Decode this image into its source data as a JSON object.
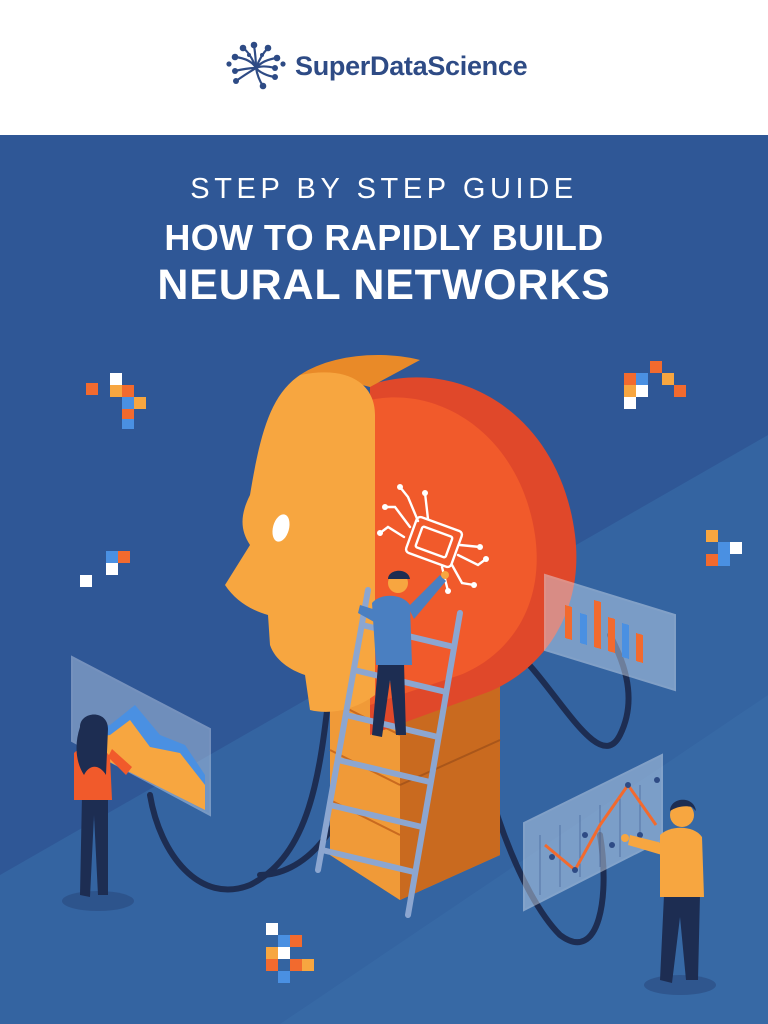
{
  "brand": {
    "name": "SuperDataScience",
    "logo_icon": "neural-tree-logo-icon"
  },
  "cover": {
    "kicker": "STEP BY STEP GUIDE",
    "title_line_1": "HOW TO RAPIDLY BUILD",
    "title_line_2": "NEURAL NETWORKS"
  },
  "illustration": {
    "subject": "isometric-ai-head-with-data-workers",
    "icons": [
      "circuit-chip-icon",
      "bar-chart-panel",
      "area-chart-panel",
      "line-chart-panel",
      "ladder",
      "pixel-cluster"
    ]
  },
  "colors": {
    "background": "#2f5796",
    "header_background": "#ffffff",
    "brand_text": "#2e4b85",
    "head_light": "#f7a640",
    "head_dark": "#f15a2b",
    "accent_blue": "#4a90e2"
  }
}
